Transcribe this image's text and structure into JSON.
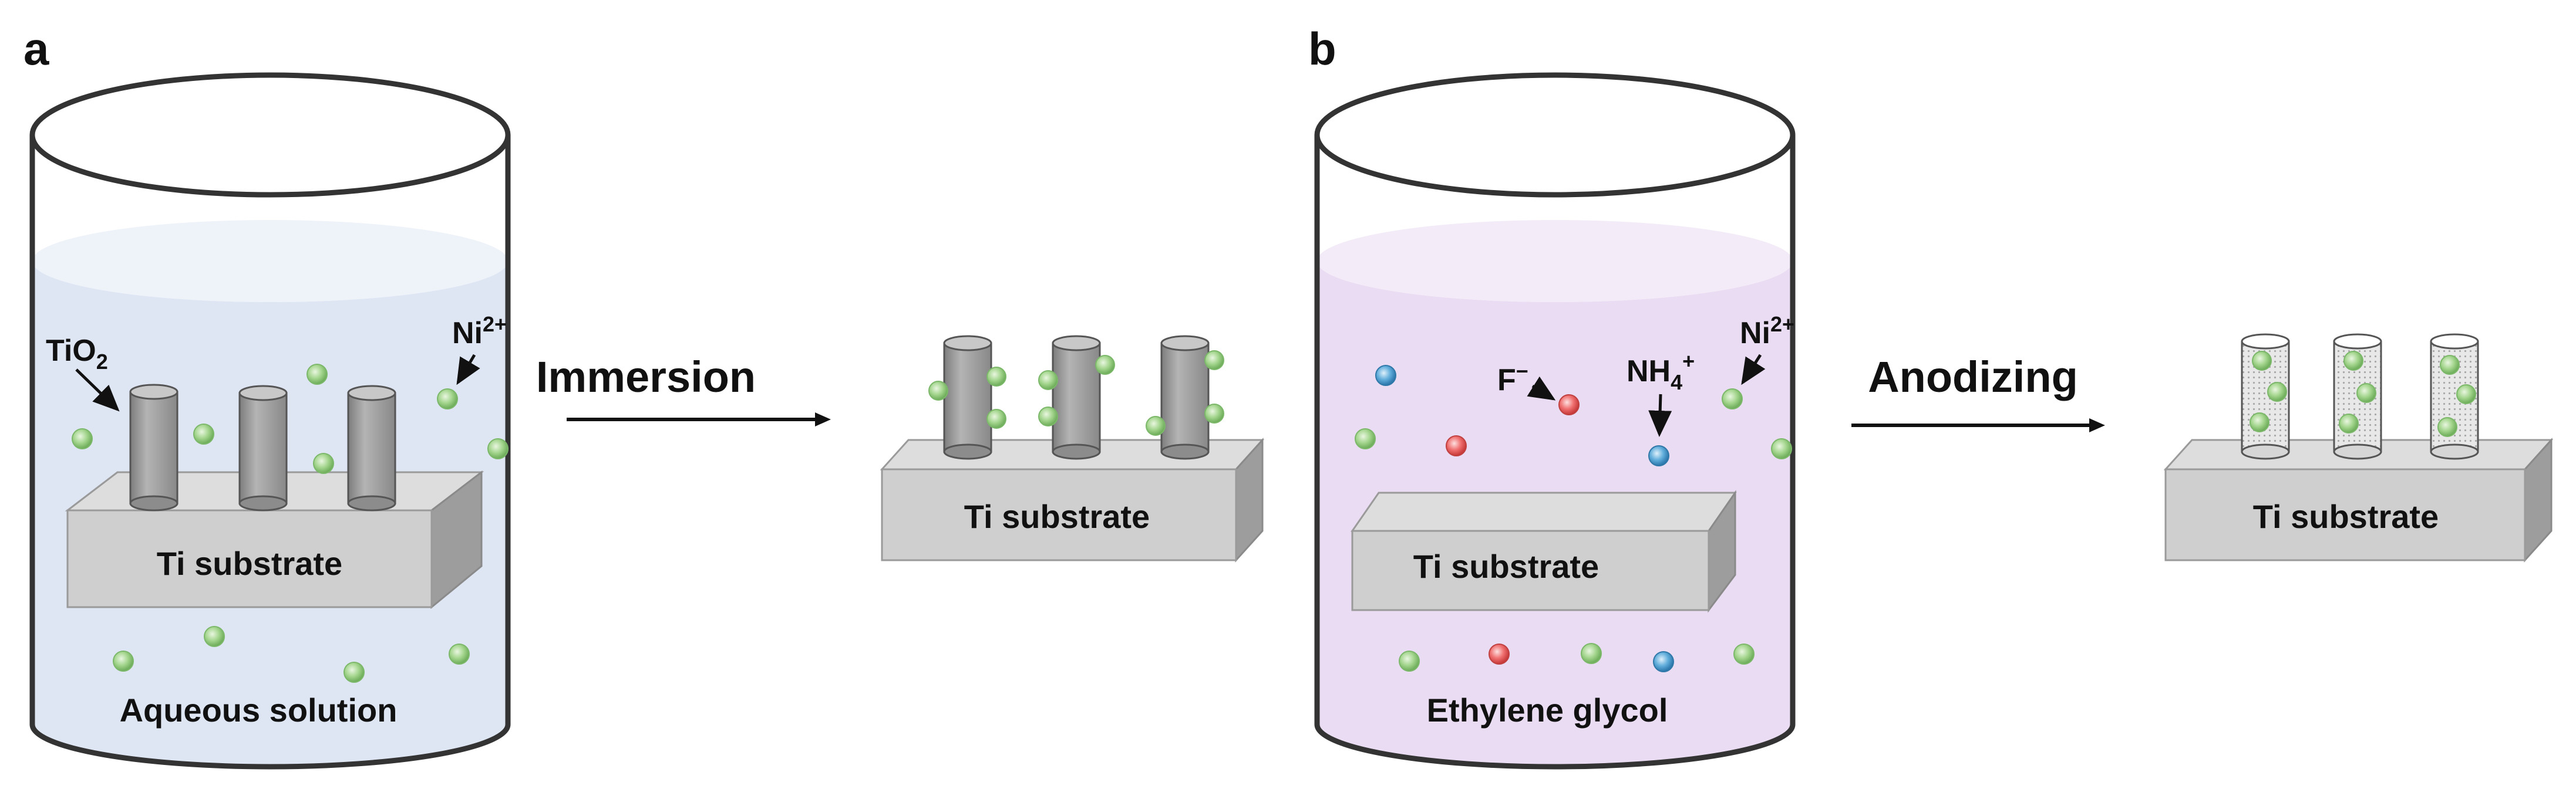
{
  "colors": {
    "aqueous_fill": "#dfe6f3",
    "aqueous_top": "#eef2f9",
    "glycol_fill": "#eadcf2",
    "glycol_top": "#f3ebf8",
    "beaker_outline": "#333333",
    "substrate_front": "#cfcfcf",
    "substrate_top": "#dddddd",
    "substrate_side": "#9d9d9d",
    "tube_body": "#9a9a9a",
    "tube_cap": "#c8c8c8",
    "porous_body": "#e4e4e4",
    "ni_ion": "#9fd48a",
    "f_ion": "#f06a6a",
    "nh4_ion": "#5ea9d6",
    "arrow": "#111111"
  },
  "icons": {
    "ni": "green-sphere",
    "fluoride": "red-sphere",
    "ammonium": "blue-sphere",
    "nanotube": "cylinder"
  },
  "panel_a": {
    "label": "a",
    "solution_label": "Aqueous solution",
    "substrate_label": "Ti substrate",
    "tio2_base": "TiO",
    "tio2_sub": "2",
    "ni_base": "Ni",
    "ni_sup": "2+"
  },
  "step1": {
    "label": "Immersion"
  },
  "result1": {
    "substrate_label": "Ti substrate"
  },
  "panel_b": {
    "label": "b",
    "solution_label": "Ethylene glycol",
    "substrate_label": "Ti substrate",
    "f_base": "F",
    "f_sup": "−",
    "nh4_base": "NH",
    "nh4_sub": "4",
    "nh4_sup": "+",
    "ni_base": "Ni",
    "ni_sup": "2+"
  },
  "step2": {
    "label": "Anodizing"
  },
  "result2": {
    "substrate_label": "Ti substrate"
  }
}
